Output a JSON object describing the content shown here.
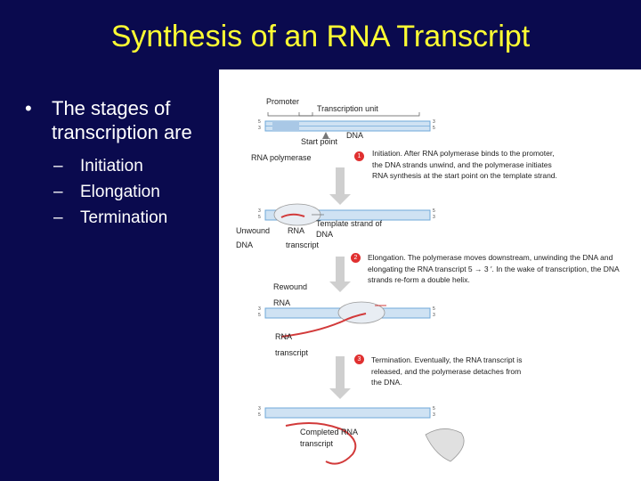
{
  "slide": {
    "title": "Synthesis of an RNA Transcript",
    "bullet": "The stages of transcription are",
    "sub_items": [
      "Initiation",
      "Elongation",
      "Termination"
    ]
  },
  "figure": {
    "labels": {
      "promoter": "Promoter",
      "transcription_unit": "Transcription unit",
      "start_point": "Start point",
      "dna_top": "DNA",
      "rna_polymerase": "RNA polymerase",
      "unwound": "Unwound",
      "dna_unwound": "DNA",
      "rna_transcript_1": "RNA",
      "transcript_1": "transcript",
      "template_strand": "Template strand of",
      "template_dna": "DNA",
      "rewound": "Rewound",
      "rna_rewound": "RNA",
      "rna_2": "RNA",
      "transcript_2": "transcript",
      "completed": "Completed RNA",
      "transcript_3": "transcript"
    },
    "steps": [
      {
        "num": "1",
        "text": "Initiation. After RNA polymerase binds to the promoter, the DNA strands unwind, and the polymerase initiates RNA synthesis at the start point on the template strand."
      },
      {
        "num": "2",
        "text": "Elongation. The polymerase moves downstream, unwinding the DNA and elongating the RNA transcript 5 → 3 ′. In the wake of transcription, the DNA strands re-form a double helix."
      },
      {
        "num": "3",
        "text": "Termination. Eventually, the RNA transcript is released, and the polymerase detaches from the DNA."
      }
    ]
  },
  "colors": {
    "background": "#0a0a4e",
    "title": "#ffff33",
    "text": "#ffffff",
    "rna": "#d23a3a",
    "dna": "#6fa8d8"
  }
}
